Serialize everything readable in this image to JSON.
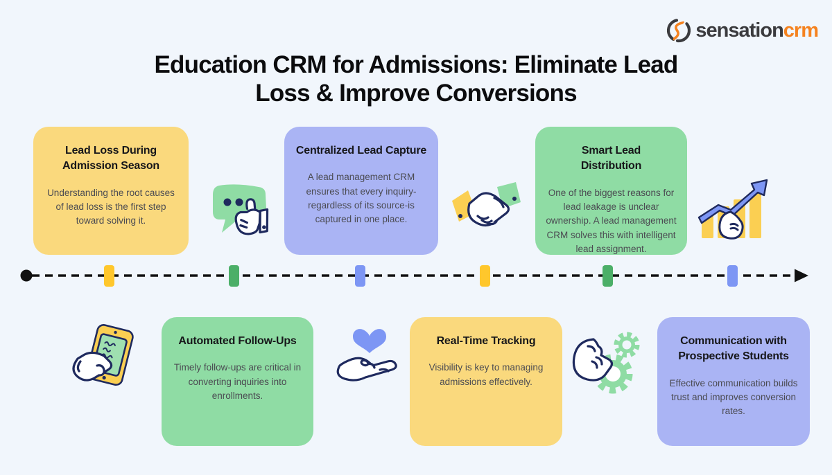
{
  "page": {
    "background_color": "#F1F6FC"
  },
  "logo": {
    "brand_primary": "sensation",
    "brand_accent": "crm",
    "primary_color": "#3B3B3E",
    "accent_color": "#F5821F"
  },
  "title": {
    "line1": "Education CRM for Admissions: Eliminate Lead",
    "line2": "Loss & Improve Conversions"
  },
  "cards": [
    {
      "id": "lead-loss",
      "row": "top",
      "color": "#FAD97D",
      "title": "Lead Loss During\nAdmission Season",
      "body": "Understanding the root causes of lead loss is the first step toward solving it."
    },
    {
      "id": "centralized-lead-capture",
      "row": "top",
      "color": "#AAB4F4",
      "title": "Centralized Lead Capture",
      "body": "A lead management CRM ensures that every inquiry- regardless of its source-is captured in one place."
    },
    {
      "id": "smart-lead-distribution",
      "row": "top",
      "color": "#8FDCA4",
      "title": "Smart Lead\nDistribution",
      "body": "One of the biggest reasons for lead leakage is unclear ownership. A lead management CRM solves this with intelligent lead assignment."
    },
    {
      "id": "automated-follow-ups",
      "row": "bottom",
      "color": "#8FDCA4",
      "title": "Automated Follow-Ups",
      "body": "Timely follow-ups are critical in converting inquiries into enrollments."
    },
    {
      "id": "real-time-tracking",
      "row": "bottom",
      "color": "#FAD97D",
      "title": "Real-Time Tracking",
      "body": "Visibility is key to managing admissions effectively."
    },
    {
      "id": "communication-prospective-students",
      "row": "bottom",
      "color": "#AAB4F4",
      "title": "Communication with\nProspective Students",
      "body": "Effective communication builds trust and improves conversion rates."
    }
  ],
  "timeline": {
    "line_color": "#111111",
    "start_cap": "dot",
    "end_cap": "arrow",
    "markers": [
      {
        "color": "#FFC72C"
      },
      {
        "color": "#4CAF68"
      },
      {
        "color": "#7D96F4"
      },
      {
        "color": "#FFC72C"
      },
      {
        "color": "#4CAF68"
      },
      {
        "color": "#7D96F4"
      }
    ]
  },
  "icons": [
    {
      "name": "chat-thumbs-up-icon"
    },
    {
      "name": "handshake-icon"
    },
    {
      "name": "growth-chart-icon"
    },
    {
      "name": "phone-in-hand-icon"
    },
    {
      "name": "heart-in-hand-icon"
    },
    {
      "name": "gears-hand-icon"
    }
  ]
}
